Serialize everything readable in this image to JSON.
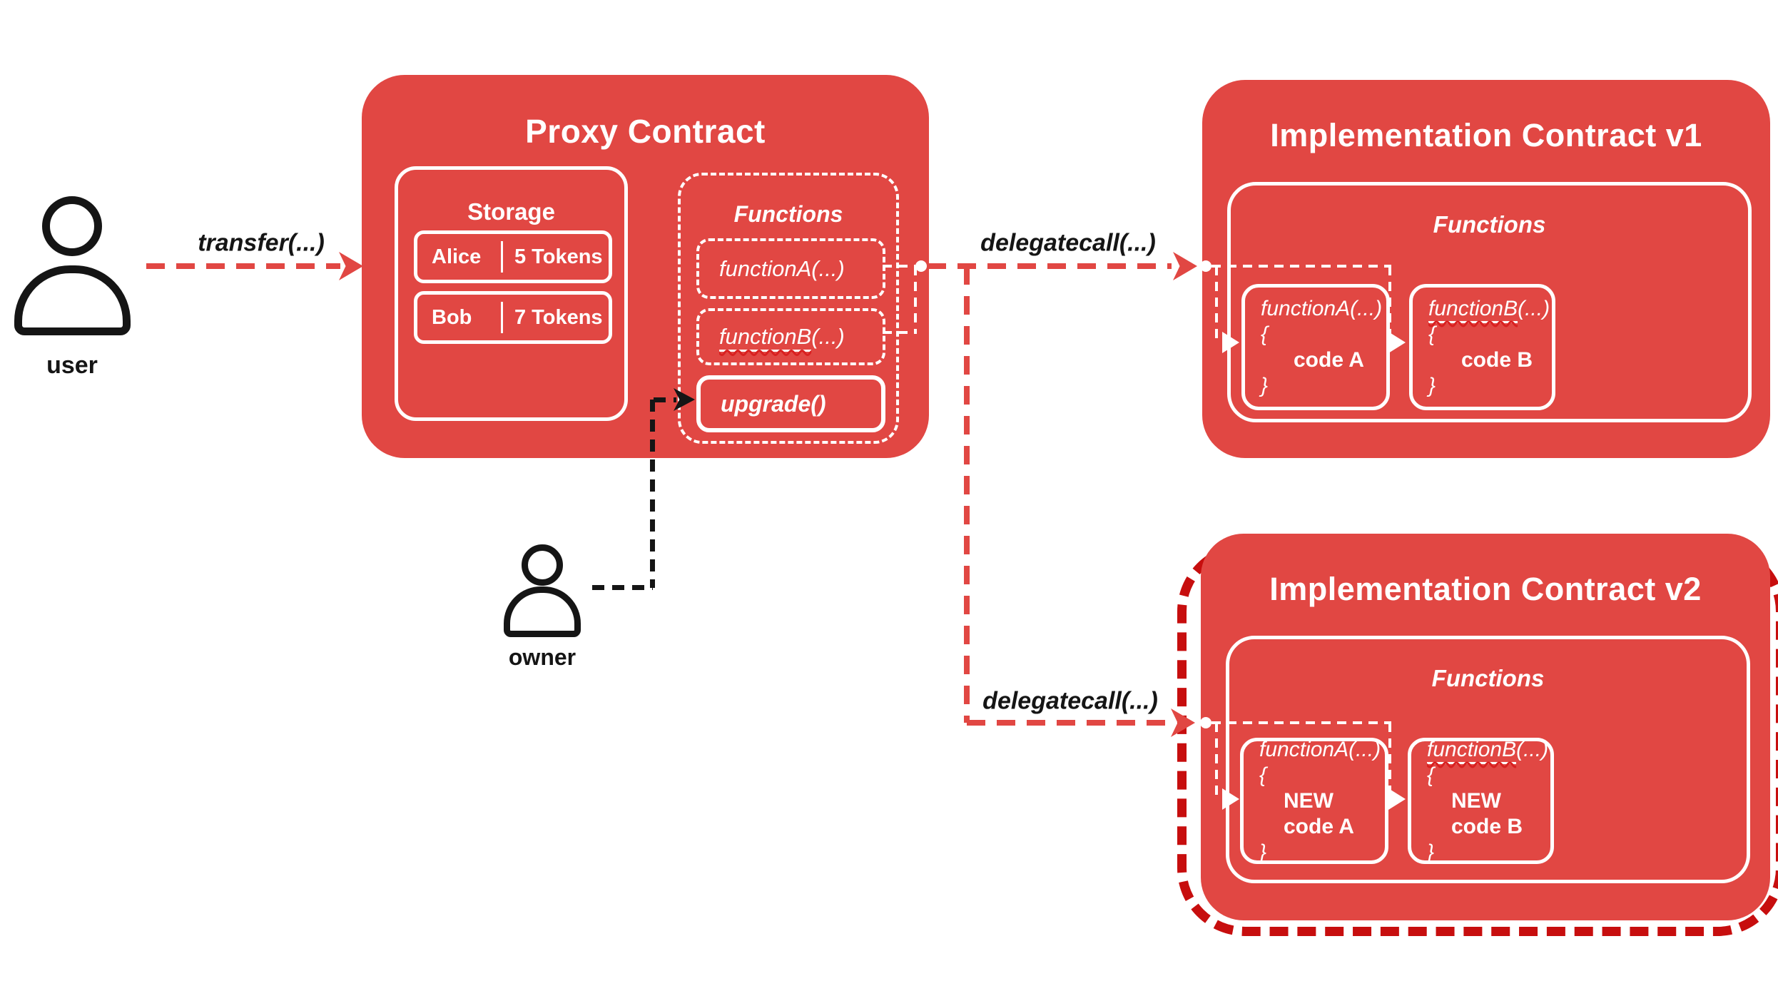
{
  "colors": {
    "red": "#e14743",
    "dark_red": "#c70e0e",
    "black": "#151515",
    "white": "#ffffff"
  },
  "actors": {
    "user": {
      "label": "user"
    },
    "owner": {
      "label": "owner"
    }
  },
  "edges": {
    "transfer": {
      "label": "transfer(...)"
    },
    "delegatecall_v1": {
      "label": "delegatecall(...)"
    },
    "delegatecall_v2": {
      "label": "delegatecall(...)"
    }
  },
  "proxy": {
    "title": "Proxy Contract",
    "storage": {
      "title": "Storage",
      "rows": [
        {
          "name": "Alice",
          "value": "5 Tokens"
        },
        {
          "name": "Bob",
          "value": "7 Tokens"
        }
      ]
    },
    "functions": {
      "title": "Functions",
      "functionA": "functionA(...)",
      "functionB_name": "functionB",
      "functionB_rest": "(...)",
      "upgrade": "upgrade()"
    }
  },
  "impl_v1": {
    "title": "Implementation Contract v1",
    "functions": {
      "title": "Functions",
      "functionA": {
        "signature": "functionA(...) {",
        "body": "code A",
        "close": "}"
      },
      "functionB": {
        "name": "functionB",
        "rest": "(...) {",
        "body": "code B",
        "close": "}"
      }
    }
  },
  "impl_v2": {
    "title": "Implementation Contract v2",
    "functions": {
      "title": "Functions",
      "functionA": {
        "signature": "functionA(...) {",
        "body": "NEW code A",
        "close": "}"
      },
      "functionB": {
        "name": "functionB",
        "rest": "(...) {",
        "body": "NEW code B",
        "close": "}"
      }
    }
  }
}
